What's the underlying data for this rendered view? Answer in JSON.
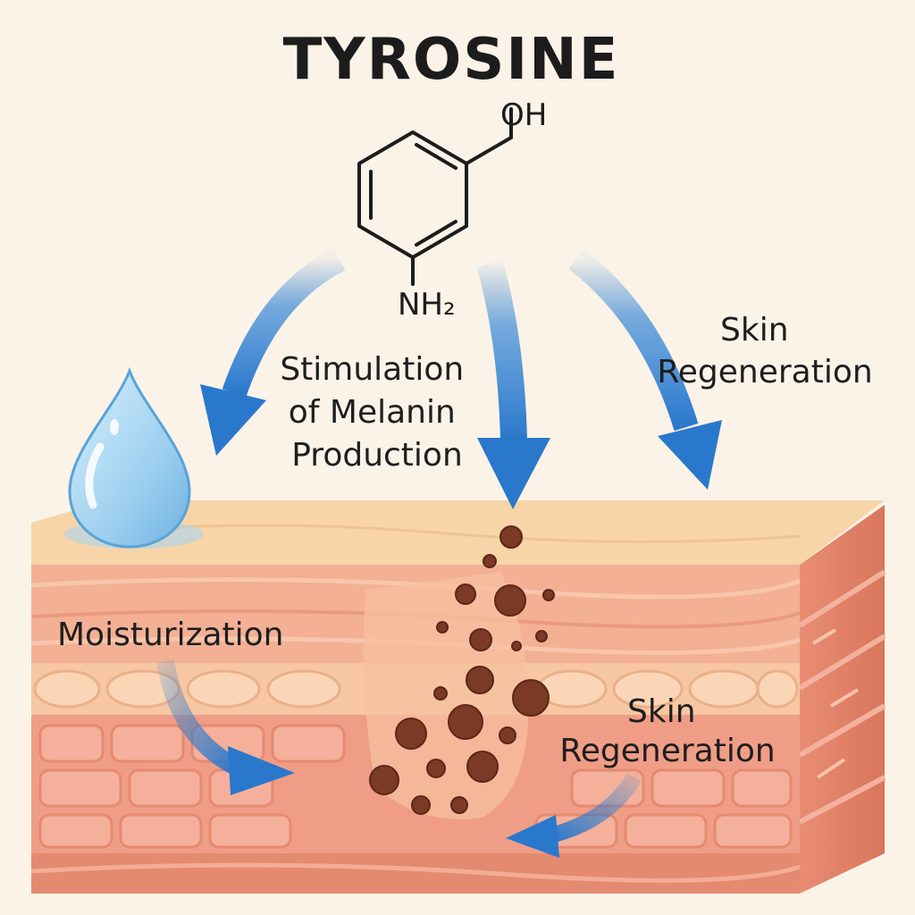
{
  "diagram": {
    "title": "TYROSINE",
    "molecule": {
      "hydroxyl_label": "OH",
      "amine_label": "NH₂"
    },
    "labels": {
      "melanin": [
        "Stimulation",
        "of Melanin",
        "Production"
      ],
      "regeneration_top": [
        "Skin",
        "Regeneration"
      ],
      "moisturization": "Moisturization",
      "regeneration_bottom": [
        "Skin",
        "Regeneration"
      ]
    },
    "icons": {
      "water_drop": "water-drop-icon",
      "arrows": "curved-arrow-icon",
      "melanin": "melanin-granule-icon"
    },
    "colors": {
      "background": "#fbf3e8",
      "arrow_blue": "#2f7fd0",
      "melanin_brown": "#7a3a26",
      "skin_top": "#f7d5a8",
      "skin_dermis": "#ef9d86",
      "water": "#9fd0f0"
    }
  }
}
